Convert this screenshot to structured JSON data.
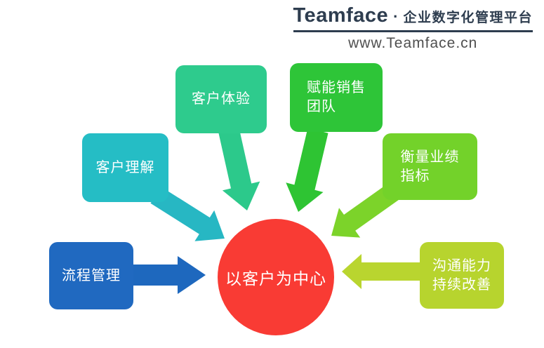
{
  "header": {
    "brand": "Teamface",
    "separator": "·",
    "tagline": "企业数字化管理平台",
    "website": "www.Teamface.cn",
    "brand_color": "#2e3d4f",
    "website_color": "#4f4f4f"
  },
  "diagram": {
    "center": {
      "label": "以客户为中心",
      "color": "#f93b34",
      "text_color": "#ffffff"
    },
    "nodes": [
      {
        "id": "process-management",
        "label": "流程管理",
        "color": "#2069c0",
        "arrow_color": "#1e68be",
        "arrow_direction": "right"
      },
      {
        "id": "customer-understanding",
        "label": "客户理解",
        "color": "#25bdc5",
        "arrow_color": "#27b7c3",
        "arrow_direction": "down-right"
      },
      {
        "id": "customer-experience",
        "label": "客户体验",
        "color": "#2ecb8d",
        "arrow_color": "#2cc98b",
        "arrow_direction": "down"
      },
      {
        "id": "enable-sales-team",
        "label": "赋能销售\n团队",
        "color": "#2ec538",
        "arrow_color": "#2ec433",
        "arrow_direction": "down"
      },
      {
        "id": "measure-performance",
        "label": "衡量业绩\n指标",
        "color": "#73d22a",
        "arrow_color": "#7cd32a",
        "arrow_direction": "down-left"
      },
      {
        "id": "communication-improvement",
        "label": "沟通能力\n持续改善",
        "color": "#b7d42e",
        "arrow_color": "#b9d52f",
        "arrow_direction": "left"
      }
    ]
  }
}
